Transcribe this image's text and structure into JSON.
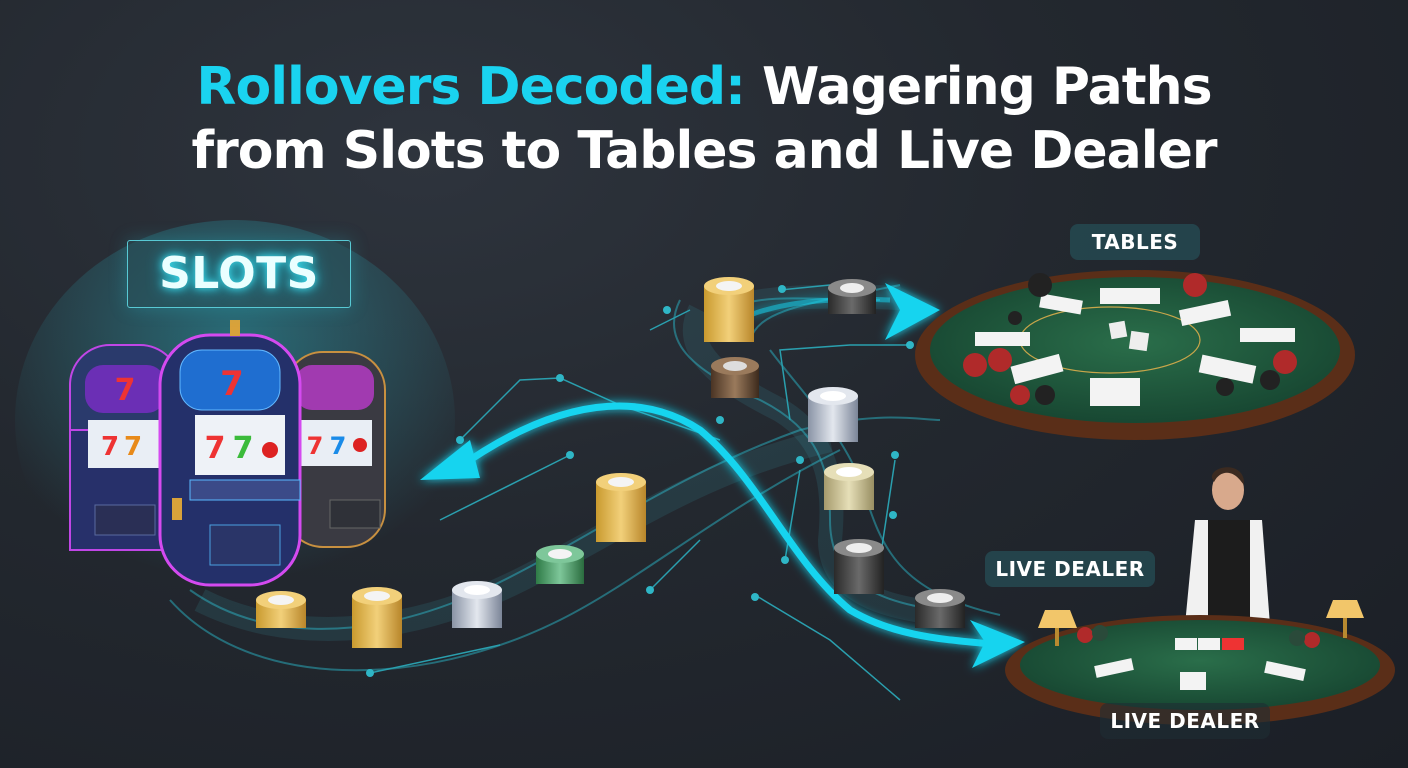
{
  "title": {
    "accent": "Rollovers Decoded:",
    "line1_rest": " Wagering Paths",
    "line2": "from Slots to Tables and Live Dealer"
  },
  "labels": {
    "slots": "SLOTS",
    "tables": "TABLES",
    "live_dealer_top": "LIVE DEALER",
    "live_dealer_bottom": "LIVE DEALER"
  },
  "colors": {
    "background": "#23282f",
    "accent_cyan": "#1ad3f0",
    "title_white": "#ffffff",
    "felt_green": "#1f5a3c",
    "table_rim": "#6b3a20",
    "label_bg": "#264e56"
  },
  "illustrations": {
    "slot_machines": [
      "purple-slot-machine",
      "blue-slot-machine",
      "gold-slot-machine"
    ],
    "chip_stacks": [
      "gold",
      "gold",
      "silver",
      "green",
      "gold",
      "brown",
      "gold",
      "silver",
      "tan",
      "black",
      "black"
    ],
    "arrows": [
      "arrow-to-slots",
      "arrow-to-tables",
      "arrow-to-live-dealer"
    ]
  }
}
